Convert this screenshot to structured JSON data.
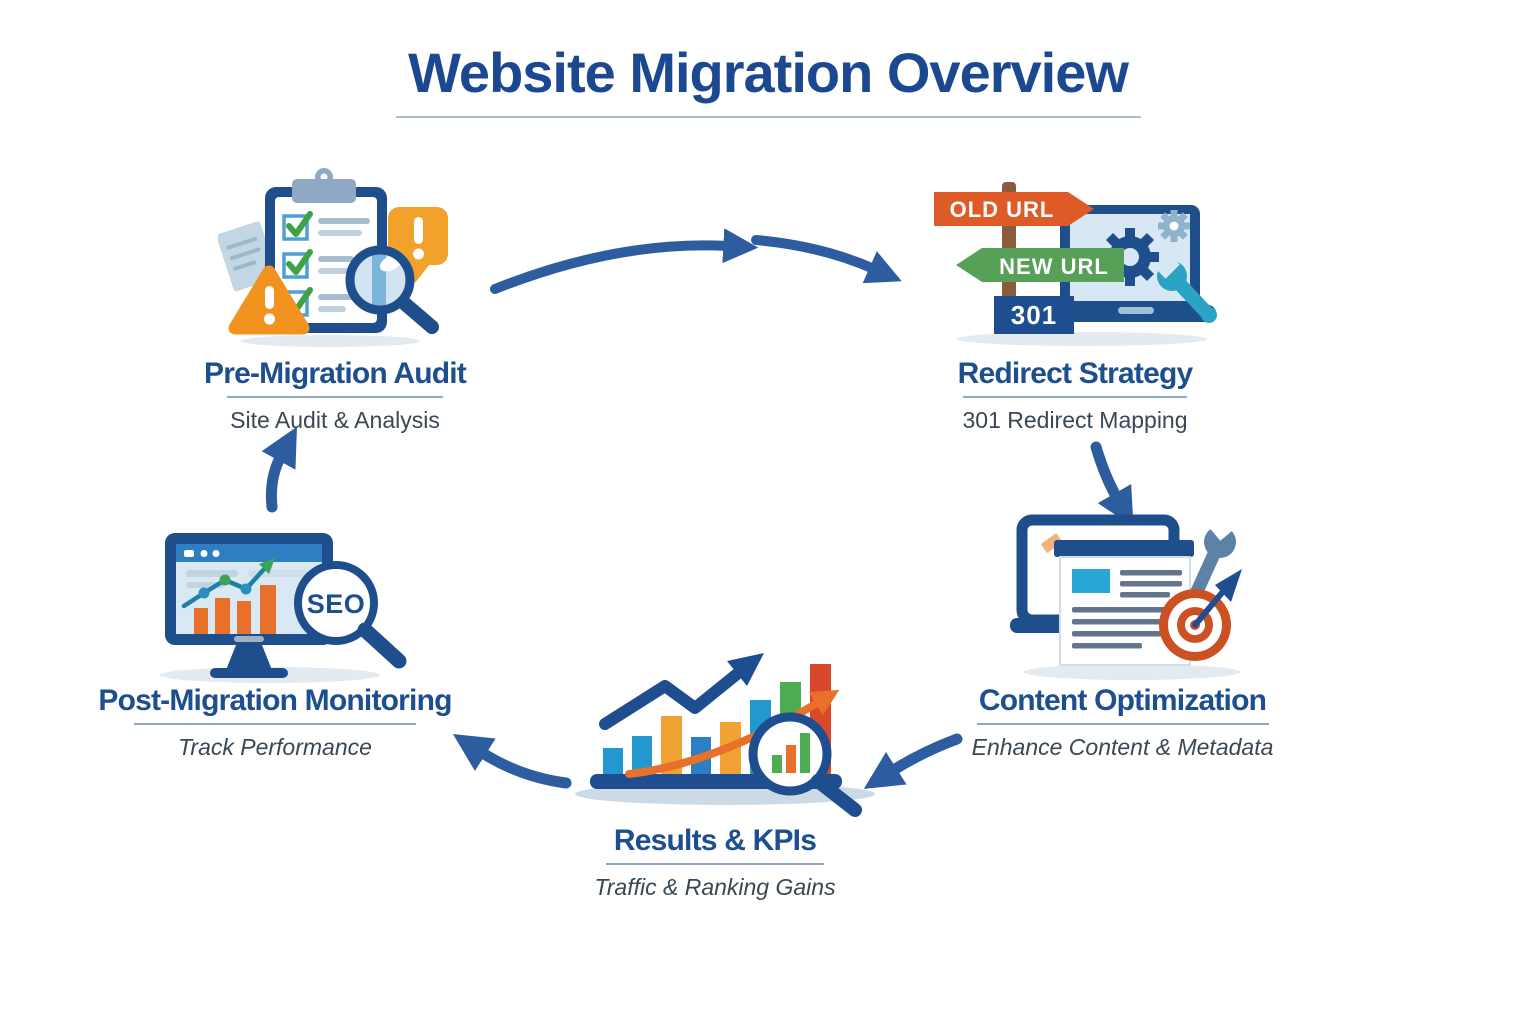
{
  "page": {
    "title": "Website Migration Overview"
  },
  "stages": [
    {
      "id": "pre-migration-audit",
      "title": "Pre-Migration Audit",
      "subtitle": "Site Audit & Analysis"
    },
    {
      "id": "redirect-strategy",
      "title": "Redirect Strategy",
      "subtitle": "301 Redirect Mapping"
    },
    {
      "id": "content-optimization",
      "title": "Content Optimization",
      "subtitle": "Enhance Content & Metadata"
    },
    {
      "id": "results-kpis",
      "title": "Results & KPIs",
      "subtitle": "Traffic & Ranking Gains"
    },
    {
      "id": "post-migration-monitoring",
      "title": "Post-Migration Monitoring",
      "subtitle": "Track Performance"
    }
  ],
  "icon_labels": {
    "old_url_sign": "OLD URL",
    "new_url_sign": "NEW URL",
    "redirect_code": "301",
    "seo_badge": "SEO"
  },
  "flow": {
    "type": "cycle",
    "arrows": [
      {
        "from": "pre-migration-audit",
        "to": "redirect-strategy"
      },
      {
        "from": "redirect-strategy",
        "to": "content-optimization"
      },
      {
        "from": "content-optimization",
        "to": "results-kpis"
      },
      {
        "from": "results-kpis",
        "to": "post-migration-monitoring"
      },
      {
        "from": "post-migration-monitoring",
        "to": "pre-migration-audit"
      }
    ]
  },
  "colors": {
    "title_blue": "#1c4892",
    "stage_title_blue": "#1d4e8f",
    "icon_dark_blue": "#1f4e8c",
    "arrow_blue": "#2d5d9f",
    "subtitle_gray": "#3a4754",
    "underline_gray": "#8ea9bf",
    "orange": "#f2921f",
    "orange_red_sign": "#de5b28",
    "green_sign": "#56a057",
    "bar_blue": "#2398cf",
    "bar_orange": "#f0a332",
    "bar_green": "#4cae51",
    "bar_red": "#d8492b",
    "teal_wrench": "#2ba3c4",
    "target_red": "#cc5122",
    "screen_light_blue": "#d9e9f4",
    "post_brown": "#8a5b3c"
  }
}
